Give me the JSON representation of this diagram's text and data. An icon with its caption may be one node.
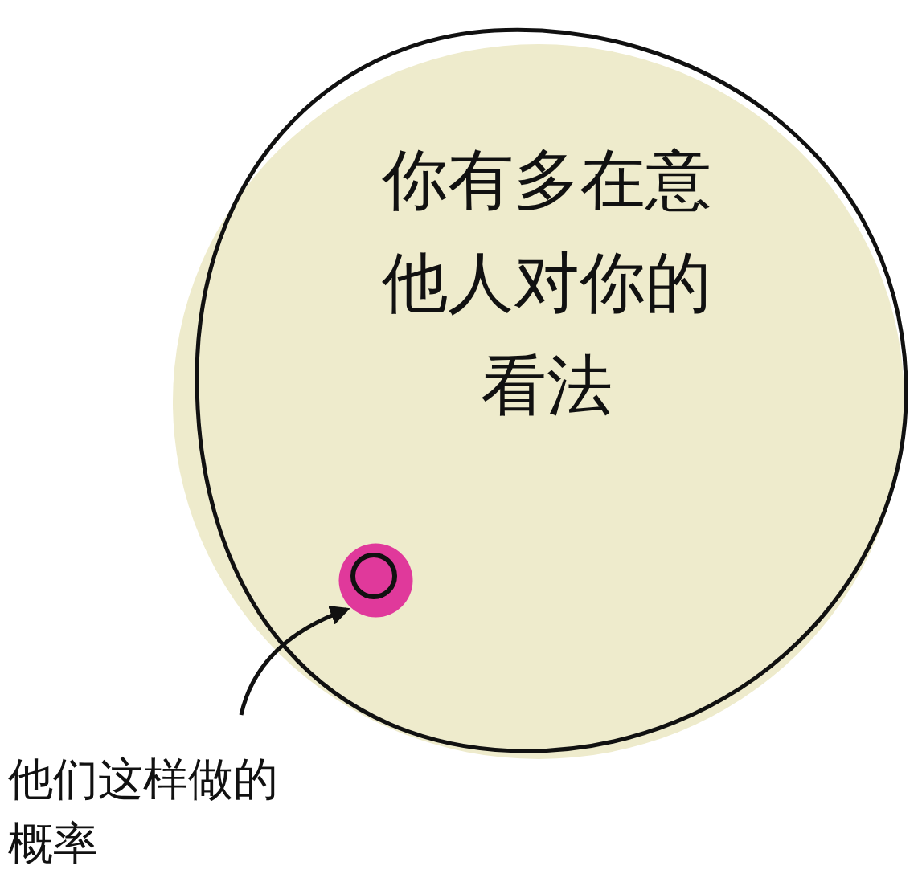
{
  "diagram": {
    "nodes": [
      {
        "text": [
          "你有多在意他人对你的看法"
        ]
      },
      {
        "text": [],
        "shape": "circle",
        "in": 0
      },
      {
        "text": [
          "他们这样做的概率"
        ]
      }
    ],
    "edges": [
      {
        "from": 2,
        "to": 1,
        "arrow": "to"
      }
    ]
  }
}
